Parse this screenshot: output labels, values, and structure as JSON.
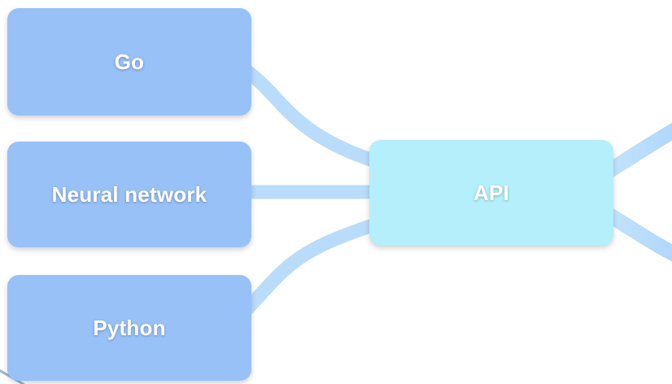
{
  "diagram": {
    "nodes": [
      {
        "id": "go",
        "label": "Go"
      },
      {
        "id": "nn",
        "label": "Neural network"
      },
      {
        "id": "py",
        "label": "Python"
      },
      {
        "id": "api",
        "label": "API"
      }
    ],
    "edges": [
      {
        "from": "Go",
        "to": "API"
      },
      {
        "from": "Neural network",
        "to": "API"
      },
      {
        "from": "Python",
        "to": "API"
      },
      {
        "from": "API",
        "to": "(off-canvas, upper right)"
      },
      {
        "from": "API",
        "to": "(off-canvas, lower right)"
      }
    ]
  },
  "colors": {
    "source_node_fill": "#98c1f7",
    "hub_node_fill": "#b5effb",
    "link_stroke": "#b7dcfb",
    "label_text": "#ffffff",
    "background": "#ffffff"
  }
}
